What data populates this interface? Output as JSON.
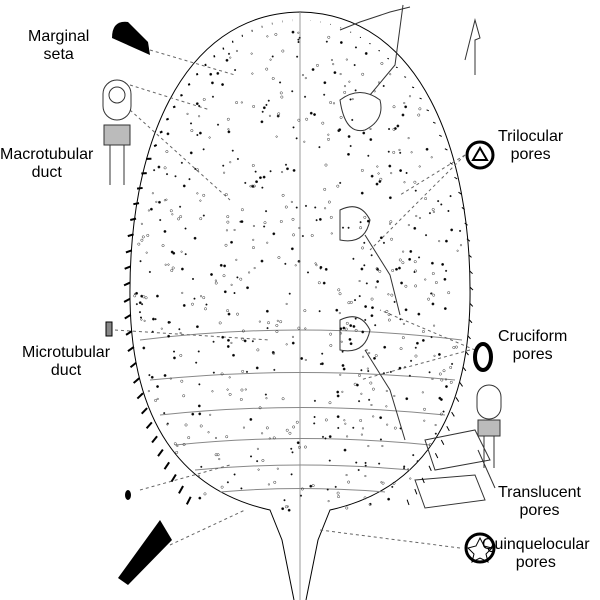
{
  "labels": {
    "marginal_seta": [
      "Marginal",
      "seta"
    ],
    "macrotubular_duct": [
      "Macrotubular",
      "duct"
    ],
    "microtubular_duct": [
      "Microtubular",
      "duct"
    ],
    "trilocular_pores": [
      "Trilocular",
      "pores"
    ],
    "cruciform_pores": [
      "Cruciform",
      "pores"
    ],
    "translucent_pores": [
      "Translucent",
      "pores"
    ],
    "quinquelocular_pores": [
      "Quinquelocular",
      "pores"
    ]
  }
}
